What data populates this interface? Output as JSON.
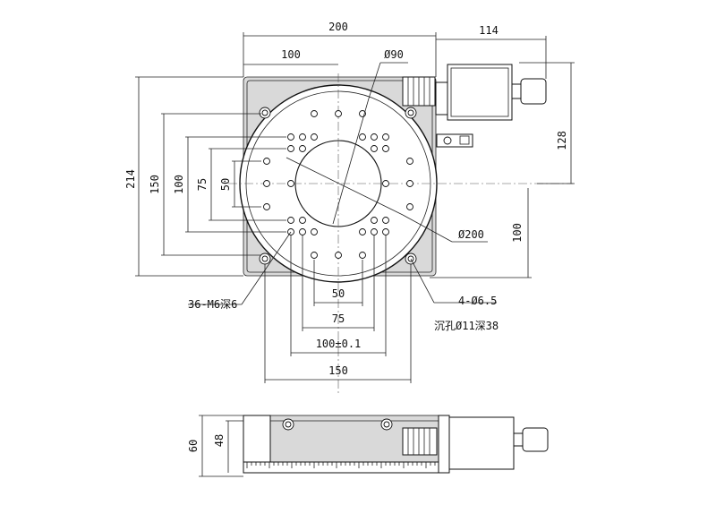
{
  "dimensions": {
    "top_width_200": "200",
    "motor_114": "114",
    "half_width_100": "100",
    "dia_90": "Ø90",
    "height_214": "214",
    "hole_150": "150",
    "hole_100": "100",
    "hole_75": "75",
    "hole_50": "50",
    "motor_128": "128",
    "right_100": "100",
    "dia_200": "Ø200",
    "thread_holes": "36-M6深6",
    "mount_holes": "4-Ø6.5",
    "counterbore": "沉孔Ø11深38",
    "bottom_50": "50",
    "bottom_75": "75",
    "bottom_100_tol": "100±0.1",
    "bottom_150": "150",
    "side_60": "60",
    "side_48": "48"
  }
}
